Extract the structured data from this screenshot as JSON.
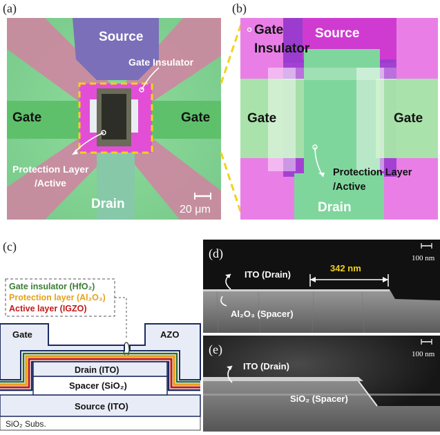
{
  "panels": {
    "a": {
      "label": "(a)",
      "source": "Source",
      "gate_insulator": "Gate Insulator",
      "gate_left": "Gate",
      "gate_right": "Gate",
      "protection_line1": "Protection Layer",
      "protection_line2": "/Active",
      "drain": "Drain",
      "scalebar": "20 μm"
    },
    "b": {
      "label": "(b)",
      "gate_line1": "Gate",
      "gate_line2": "Insulator",
      "source": "Source",
      "gate_left": "Gate",
      "gate_right": "Gate",
      "protection_line1": "Protection Layer",
      "protection_line2": "/Active",
      "drain": "Drain"
    },
    "c": {
      "label": "(c)",
      "legend_gate_insulator": "Gate insulator (HfO₂)",
      "legend_protection": "Protection layer (Al₂O₃)",
      "legend_active": "Active layer (IGZO)",
      "gate": "Gate",
      "azo": "AZO",
      "drain": "Drain (ITO)",
      "spacer": "Spacer (SiO₂)",
      "source": "Source (ITO)",
      "substrate": "SiO₂ Subs."
    },
    "d": {
      "label": "(d)",
      "scalebar": "100 nm",
      "ito": "ITO (Drain)",
      "spacer": "Al₂O₃ (Spacer)",
      "dimension": "342 nm"
    },
    "e": {
      "label": "(e)",
      "scalebar": "100 nm",
      "ito": "ITO (Drain)",
      "spacer": "SiO₂ (Spacer)"
    }
  },
  "colors": {
    "accent_yellow": "#f2d21a",
    "legend_green": "#3a7d32",
    "legend_orange": "#e6a21a",
    "legend_red": "#c21a1a",
    "schematic_pink": "#e97fe6",
    "schematic_green": "#8ee3b0",
    "layer_blue": "#e8ecf6"
  }
}
